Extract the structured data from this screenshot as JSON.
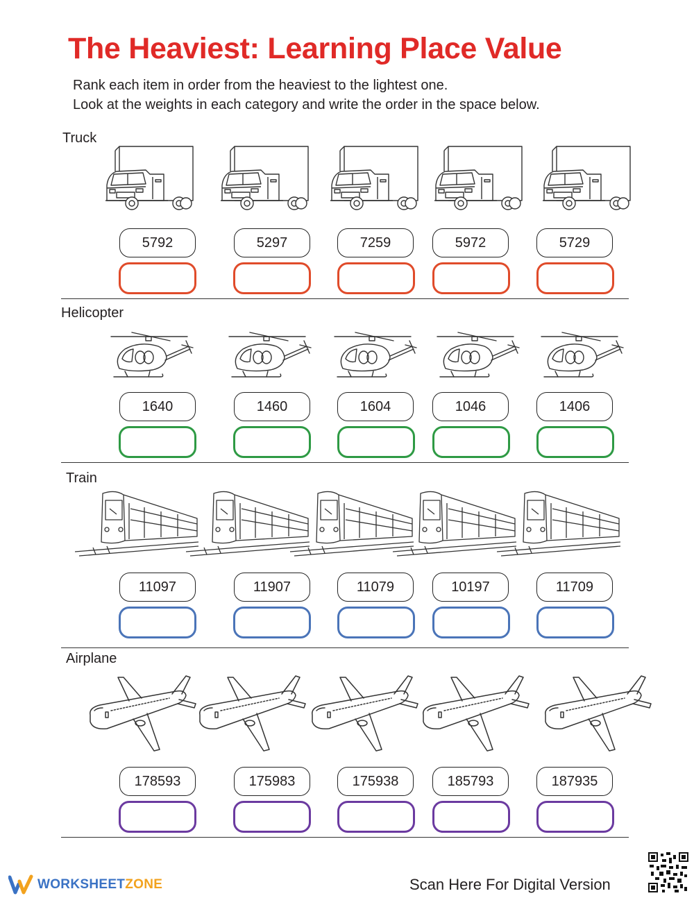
{
  "page": {
    "title": "The Heaviest: Learning Place Value",
    "instructions": [
      "Rank each item in order from the heaviest to the lightest one.",
      "Look at the weights in each category and write the order in the space below."
    ]
  },
  "sections": [
    {
      "label": "Truck",
      "icon": "truck-icon",
      "answer_color": "#e04b2a",
      "weights": [
        "5792",
        "5297",
        "7259",
        "5972",
        "5729"
      ]
    },
    {
      "label": "Helicopter",
      "icon": "helicopter-icon",
      "answer_color": "#2e9a44",
      "weights": [
        "1640",
        "1460",
        "1604",
        "1046",
        "1406"
      ]
    },
    {
      "label": "Train",
      "icon": "train-icon",
      "answer_color": "#4a74b8",
      "weights": [
        "11097",
        "11907",
        "11079",
        "10197",
        "11709"
      ]
    },
    {
      "label": "Airplane",
      "icon": "airplane-icon",
      "answer_color": "#6b3aa0",
      "weights": [
        "178593",
        "175983",
        "175938",
        "185793",
        "187935"
      ]
    }
  ],
  "footer": {
    "brand_part1": "WORKSHEET",
    "brand_part2": "ZONE",
    "scan_text": "Scan Here For Digital Version",
    "logo_icon": "worksheetzone-logo-icon",
    "qr_icon": "qr-code-icon"
  }
}
